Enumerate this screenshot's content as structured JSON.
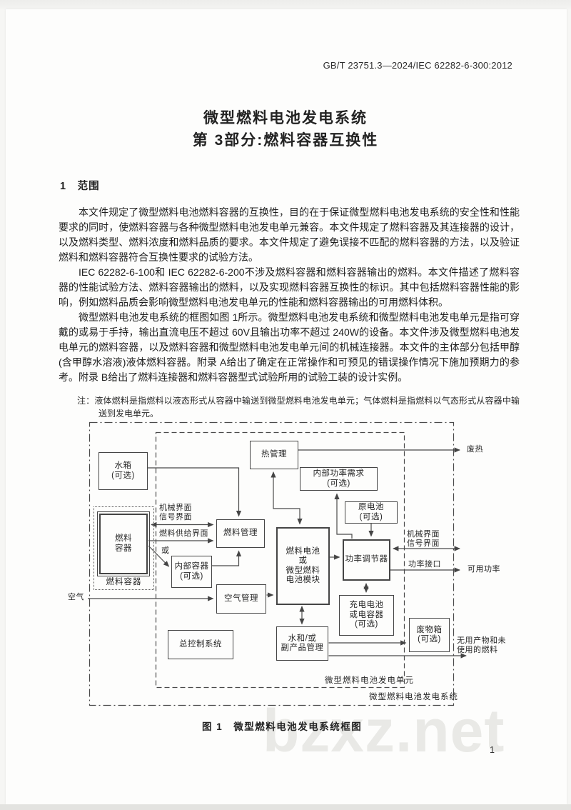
{
  "document": {
    "header_code": "GB/T 23751.3—2024/IEC 62282-6-300:2012",
    "title": "微型燃料电池发电系统\n第 3部分:燃料容器互换性",
    "section_heading": "1　范围",
    "paragraphs": [
      "本文件规定了微型燃料电池燃料容器的互换性，目的在于保证微型燃料电池发电系统的安全性和性能要求的同时，使燃料容器与各种微型燃料电池发电单元兼容。本文件规定了燃料容器及其连接器的设计，以及燃料类型、燃料浓度和燃料品质的要求。本文件规定了避免误接不匹配的燃料容器的方法，以及验证燃料和燃料容器符合互换性要求的试验方法。",
      "IEC 62282-6-100和 IEC 62282-6-200不涉及燃料容器和燃料容器输出的燃料。本文件描述了燃料容器的性能试验方法、燃料容器输出的燃料，以及实现燃料容器互换性的标识。其中包括燃料容器性能的影响，例如燃料品质会影响微型燃料电池发电单元的性能和燃料容器输出的可用燃料体积。",
      "微型燃料电池发电系统的框图如图 1所示。微型燃料电池发电系统和微型燃料电池发电单元是指可穿戴的或易于手持，输出直流电压不超过 60V且输出功率不超过 240W的设备。本文件涉及微型燃料电池发电单元的燃料容器，以及燃料容器和微型燃料电池发电单元间的机械连接器。本文件的主体部分包括甲醇(含甲醇水溶液)液体燃料容器。附录 A给出了确定在正常操作和可预见的错误操作情况下施加预期力的参考。附录 B给出了燃料连接器和燃料容器型式试验所用的试验工装的设计实例。"
    ],
    "note": "注：液体燃料是指燃料以液态形式从容器中输送到微型燃料电池发电单元；气体燃料是指燃料以气态形式从容器中输送到发电单元。",
    "figure_caption": "图 1　微型燃料电池发电系统框图",
    "page_number": "1",
    "watermark": "bzxz.net"
  },
  "diagram": {
    "boundary_labels": {
      "system": "微型燃料电池发电系统",
      "unit": "微型燃料电池发电单元",
      "fuel_container_assembly": "燃料容器"
    },
    "nodes": {
      "water_tank": "水箱\n(可选)",
      "fuel_container": "燃料\n容器",
      "internal_container": "内部容器\n(可选)",
      "fuel_management": "燃料管理",
      "thermal_management": "热管理",
      "internal_power_demand": "内部功率需求\n(可选)",
      "primary_battery": "原电池\n(可选)",
      "fuel_cell_module": "燃料电池\n或\n微型燃料\n电池模块",
      "power_conditioner": "功率调节器",
      "rechargeable_battery": "充电电池\n或电容器\n(可选)",
      "air_management": "空气管理",
      "overall_control_system": "总控制系统",
      "water_byproduct_management": "水和/或\n副产品管理",
      "waste_box": "废物箱\n(可选)"
    },
    "edge_labels": {
      "mechanical_signal_left": "机械界面\n信号界面",
      "fuel_supply_interface": "燃料供给界面",
      "or": "或",
      "air_in": "空气",
      "mechanical_signal_right": "机械界面\n信号界面",
      "power_interface": "功率接口",
      "waste_heat": "废热",
      "available_power": "可用功率",
      "unused_products": "无用产物和未\n使用的燃料"
    }
  }
}
